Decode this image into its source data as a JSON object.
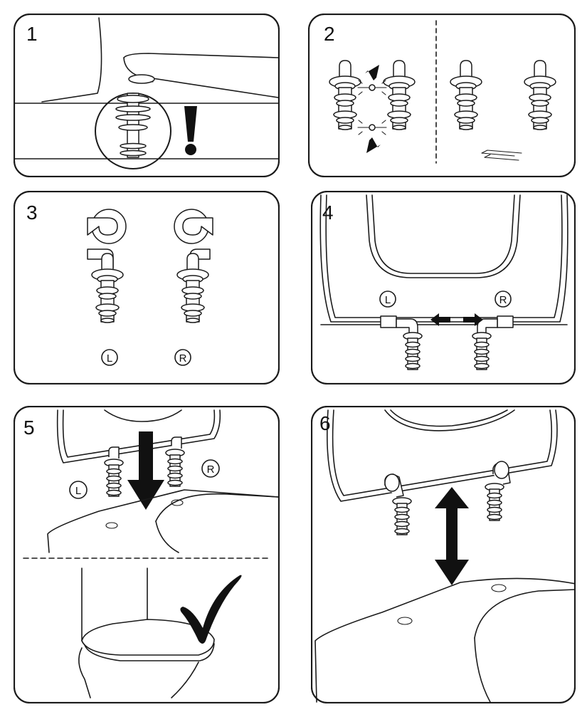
{
  "steps": [
    {
      "number": "1",
      "labels": []
    },
    {
      "number": "2",
      "labels": []
    },
    {
      "number": "3",
      "labels": [
        "L",
        "R"
      ]
    },
    {
      "number": "4",
      "labels": [
        "L",
        "R"
      ]
    },
    {
      "number": "5",
      "labels": [
        "L",
        "R"
      ]
    },
    {
      "number": "6",
      "labels": []
    }
  ],
  "step1": {
    "warning_mark": "!"
  },
  "step5": {
    "ok_mark": "✓"
  },
  "colors": {
    "ink": "#1a1a1a",
    "background": "#ffffff"
  },
  "icons": [
    "warning-exclamation-icon",
    "checkmark-icon",
    "arrow-icon"
  ]
}
